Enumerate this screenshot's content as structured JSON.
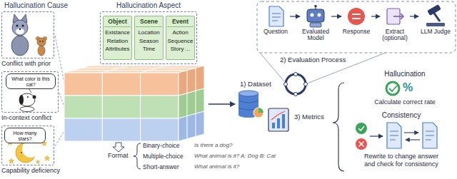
{
  "diagram": {
    "nodes": [
      {
        "text": [
          "Conflict with prior"
        ]
      },
      {
        "text": [
          "In-context conflict"
        ]
      },
      {
        "text": [
          "What color is this cat?"
        ],
        "in": 1
      },
      {
        "text": [
          "Capability deficiency"
        ]
      },
      {
        "text": [
          "How many stars?"
        ],
        "in": 3
      },
      {
        "text": [
          "Hallucination Aspect"
        ]
      },
      {
        "text": [
          "Object",
          "Existance Relation Attributes"
        ],
        "in": 5
      },
      {
        "text": [
          "Scene",
          "Location Season Time"
        ],
        "in": 5
      },
      {
        "text": [
          "Event",
          "Action Sequence Story ..."
        ],
        "in": 5
      },
      {
        "text": [
          "Question"
        ]
      },
      {
        "text": [
          "Evaluated Model"
        ]
      },
      {
        "text": [
          "Response"
        ]
      },
      {
        "text": [
          "Extract (optional)"
        ]
      },
      {
        "text": [
          "LLM Judge"
        ]
      },
      {
        "text": [
          "1) Dataset"
        ]
      },
      {
        "text": [
          "2) Evaluation Process"
        ]
      },
      {
        "text": [
          "3) Metrics"
        ]
      },
      {
        "text": [
          "Hallucination",
          "Calculate correct rate"
        ]
      },
      {
        "text": [
          "Consistency",
          "Rewrite to change answer and check for consistency"
        ]
      }
    ],
    "edges": [
      {
        "from": 9,
        "to": 10,
        "arrow": "to"
      },
      {
        "from": 10,
        "to": 11,
        "arrow": "to"
      },
      {
        "from": 11,
        "to": 12,
        "arrow": "to"
      },
      {
        "from": 12,
        "to": 13,
        "arrow": "to"
      }
    ],
    "labels": [
      "Hallucination Cause",
      "Format",
      "Binary-choice",
      "Is there a dog?",
      "Multiple-choice",
      "What animal is it? A: Dog B: Cat",
      "Short-answer",
      "What animal is it?",
      "%"
    ]
  }
}
